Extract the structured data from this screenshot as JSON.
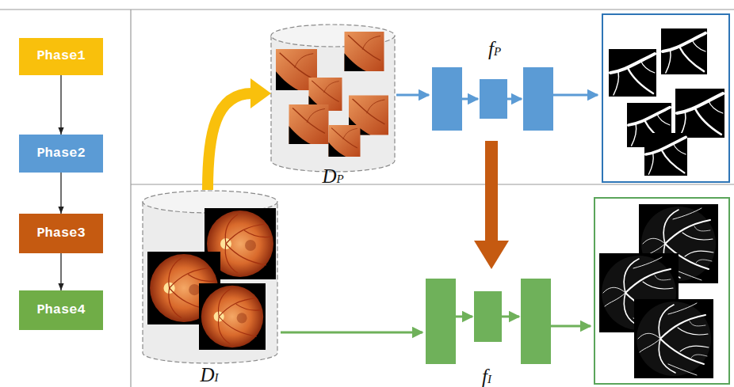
{
  "diagram": {
    "nodes": [
      {
        "text": [
          "Phase1"
        ]
      },
      {
        "text": [
          "Phase2"
        ]
      },
      {
        "text": [
          "Phase3"
        ]
      },
      {
        "text": [
          "Phase4"
        ]
      }
    ],
    "edges": [
      {
        "from": 0,
        "to": 1,
        "arrow": "to"
      },
      {
        "from": 1,
        "to": 2,
        "arrow": "to"
      },
      {
        "from": 2,
        "to": 3,
        "arrow": "to"
      }
    ],
    "labels": [
      "DP",
      "fP",
      "DI",
      "fI"
    ]
  }
}
